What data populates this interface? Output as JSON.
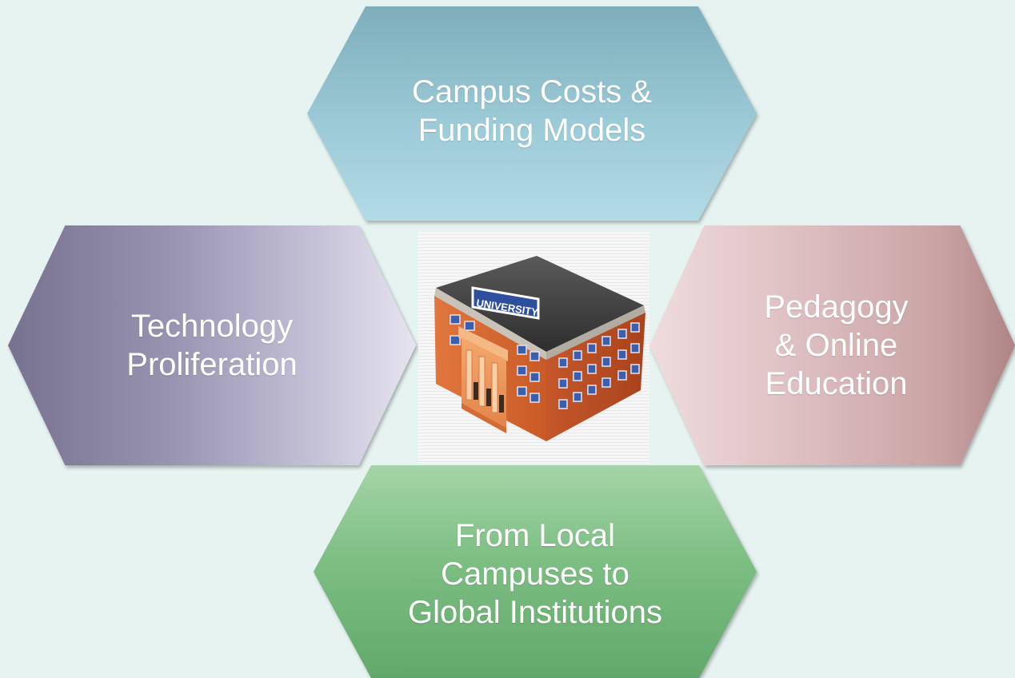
{
  "hexagons": {
    "top": {
      "label": "Campus Costs &\nFunding Models",
      "colors": [
        "#7eaebb",
        "#b2dbe6"
      ]
    },
    "left": {
      "label": "Technology\nProliferation",
      "colors": [
        "#77728f",
        "#e6e4f0"
      ]
    },
    "right": {
      "label": "Pedagogy\n& Online\nEducation",
      "colors": [
        "#efdcde",
        "#ae8484"
      ]
    },
    "bottom": {
      "label": "From Local\nCampuses to\nGlobal Institutions",
      "colors": [
        "#a4d4a6",
        "#62a86b"
      ]
    }
  },
  "center_image": {
    "icon": "university-building-icon",
    "sign_text": "UNIVERSITY"
  },
  "background_color": "#e6f3f1"
}
